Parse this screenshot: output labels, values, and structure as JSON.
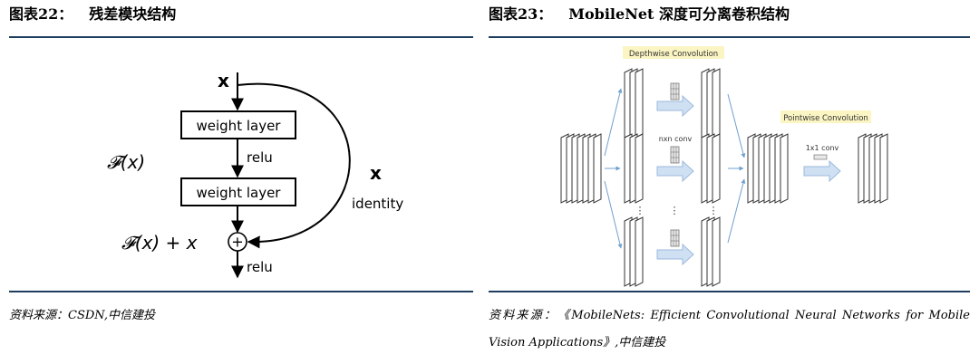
{
  "left_figure": {
    "number": "图表22：",
    "title": "残差模块结构",
    "diagram": {
      "input_label": "x",
      "layer1": "weight layer",
      "relu_mid": "relu",
      "layer2": "weight layer",
      "plus_symbol": "+",
      "relu_out": "relu",
      "fx_label": "𝓕(x)",
      "sum_label": "𝓕(x) + x",
      "shortcut_x": "x",
      "shortcut_identity": "identity"
    },
    "source": "资料来源：CSDN,中信建投"
  },
  "right_figure": {
    "number": "图表23：",
    "title": "MobileNet 深度可分离卷积结构",
    "diagram": {
      "depthwise_label": "Depthwise Convolution",
      "pointwise_label": "Pointwise Convolution",
      "nxn_label": "nxn conv",
      "one_by_one_label": "1x1 conv",
      "vdots": "⋮"
    },
    "source": "资料来源：《MobileNets: Efficient Convolutional Neural Networks for Mobile Vision Applications》,中信建投"
  },
  "colors": {
    "rule": "#1f3d5e",
    "label_bg": "#fbf5c4",
    "arrow_fill": "#cfe0f3",
    "arrow_stroke": "#9bb9dc"
  }
}
